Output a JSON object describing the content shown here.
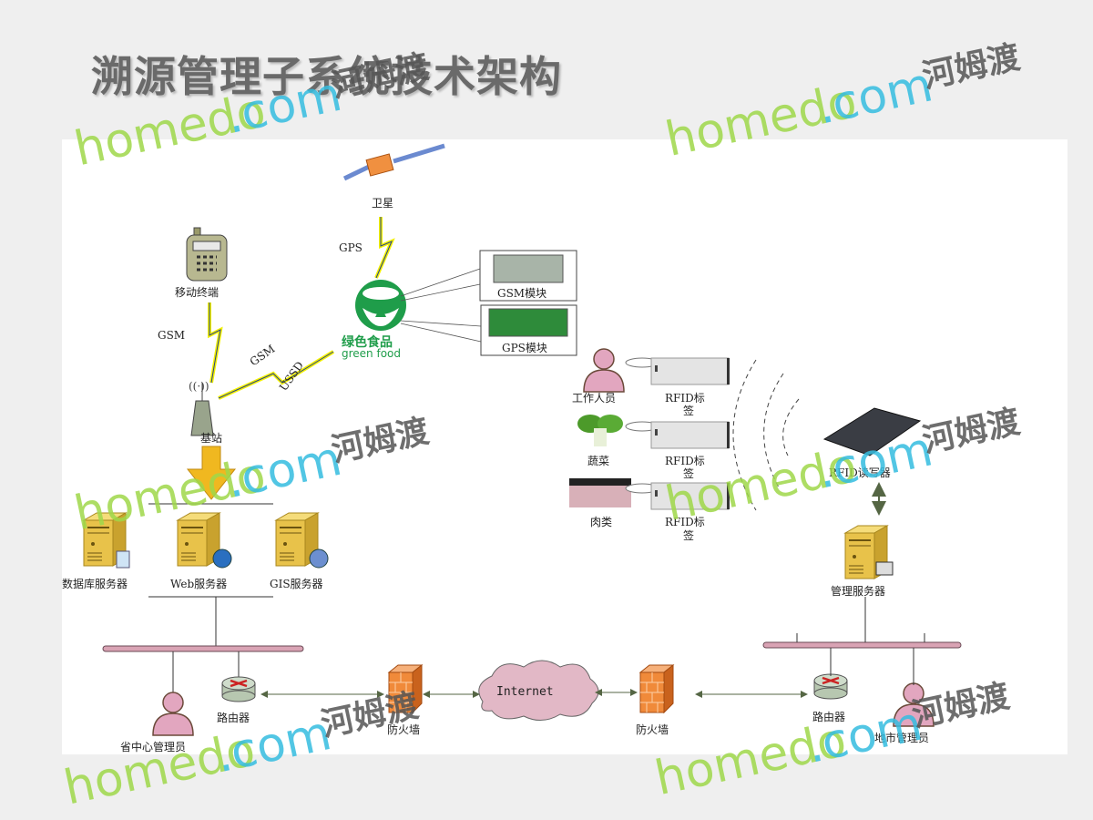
{
  "title": "溯源管理子系统技术架构",
  "watermark": {
    "brand_latin": "homedo",
    "brand_domain": ".com",
    "brand_cn": "河姆渡"
  },
  "diagram": {
    "satellite": "卫星",
    "gps_link": "GPS",
    "green_food_cn": "绿色食品",
    "green_food_en": "green food",
    "gsm_module": "GSM模块",
    "gps_module": "GPS模块",
    "mobile_terminal": "移动终端",
    "gsm_link": "GSM",
    "gsm_link2": "GSM",
    "ussd_link": "USSD",
    "base_station": "基站",
    "servers": [
      "数据库服务器",
      "Web服务器",
      "GIS服务器"
    ],
    "provincial_admin": "省中心管理员",
    "router_left": "路由器",
    "firewall_left": "防火墙",
    "internet": "Internet",
    "firewall_right": "防火墙",
    "router_right": "路由器",
    "city_admin": "地市管理员",
    "management_server": "管理服务器",
    "rfid_reader": "RFID读写器",
    "items": [
      {
        "label": "工作人员",
        "tag_line1": "RFID标",
        "tag_line2": "签"
      },
      {
        "label": "蔬菜",
        "tag_line1": "RFID标",
        "tag_line2": "签"
      },
      {
        "label": "肉类",
        "tag_line1": "RFID标",
        "tag_line2": "签"
      }
    ]
  },
  "colors": {
    "bus": "#d9a3b4",
    "server": "#e8c24a",
    "person": "#e2a6bf",
    "firewall": "#f08a3a",
    "logo": "#1f9d4a",
    "lightning": "#f2f000"
  }
}
